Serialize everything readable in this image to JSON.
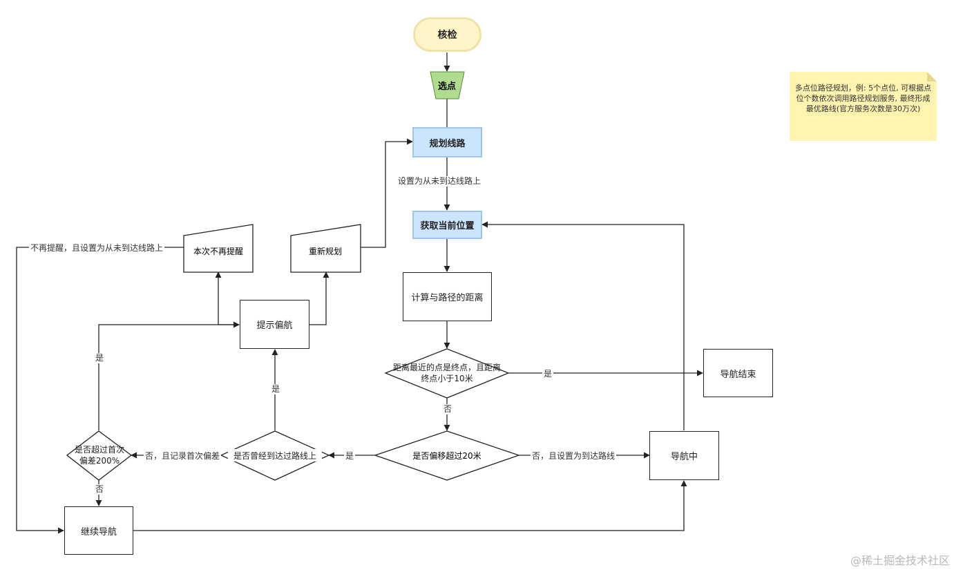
{
  "diagram": {
    "nodes": {
      "inspect": "核检",
      "select_point": "选点",
      "plan_route": "规划线路",
      "get_position": "获取当前位置",
      "calc_distance": "计算与路径的距离",
      "is_near_end": "距离最近的点是终点，且距离终点小于10米",
      "nav_end": "导航结束",
      "is_offset": "是否偏移超过20米",
      "navigating": "导航中",
      "was_on_route": "是否曾经到达过路线上",
      "prompt_offset": "提示偏航",
      "no_prompt_this_time": "本次不再提醒",
      "replan": "重新规划",
      "over_first_deviation": "是否超过首次偏差200%",
      "continue_nav": "继续导航"
    },
    "edge_labels": {
      "set_never_reached": "设置为从未到达线路上",
      "yes_end": "是",
      "no_near": "否",
      "no_set_reached": "否，且设置为到达路线",
      "yes_offset": "是",
      "no_record_first": "否，且记录首次偏差",
      "yes_prompt": "是",
      "yes_over": "是",
      "no_over": "否",
      "no_more_prompt": "不再提醒，且设置为从未到达线路上"
    },
    "note": "多点位路径规划，例: 5个点位, 可根据点位个数依次调用路径规划服务, 最终形成最优路线(官方服务次数是30万次)",
    "colors": {
      "start_fill": "#fff5c9",
      "start_border": "#f0e3a6",
      "select_fill": "#b0dc8f",
      "select_border": "#5a8a3a",
      "blue_fill": "#cce5ff",
      "blue_border": "#9dc5ee",
      "line": "#222222",
      "note_fill": "#fff3b0"
    }
  },
  "watermark": "@稀土掘金技术社区"
}
